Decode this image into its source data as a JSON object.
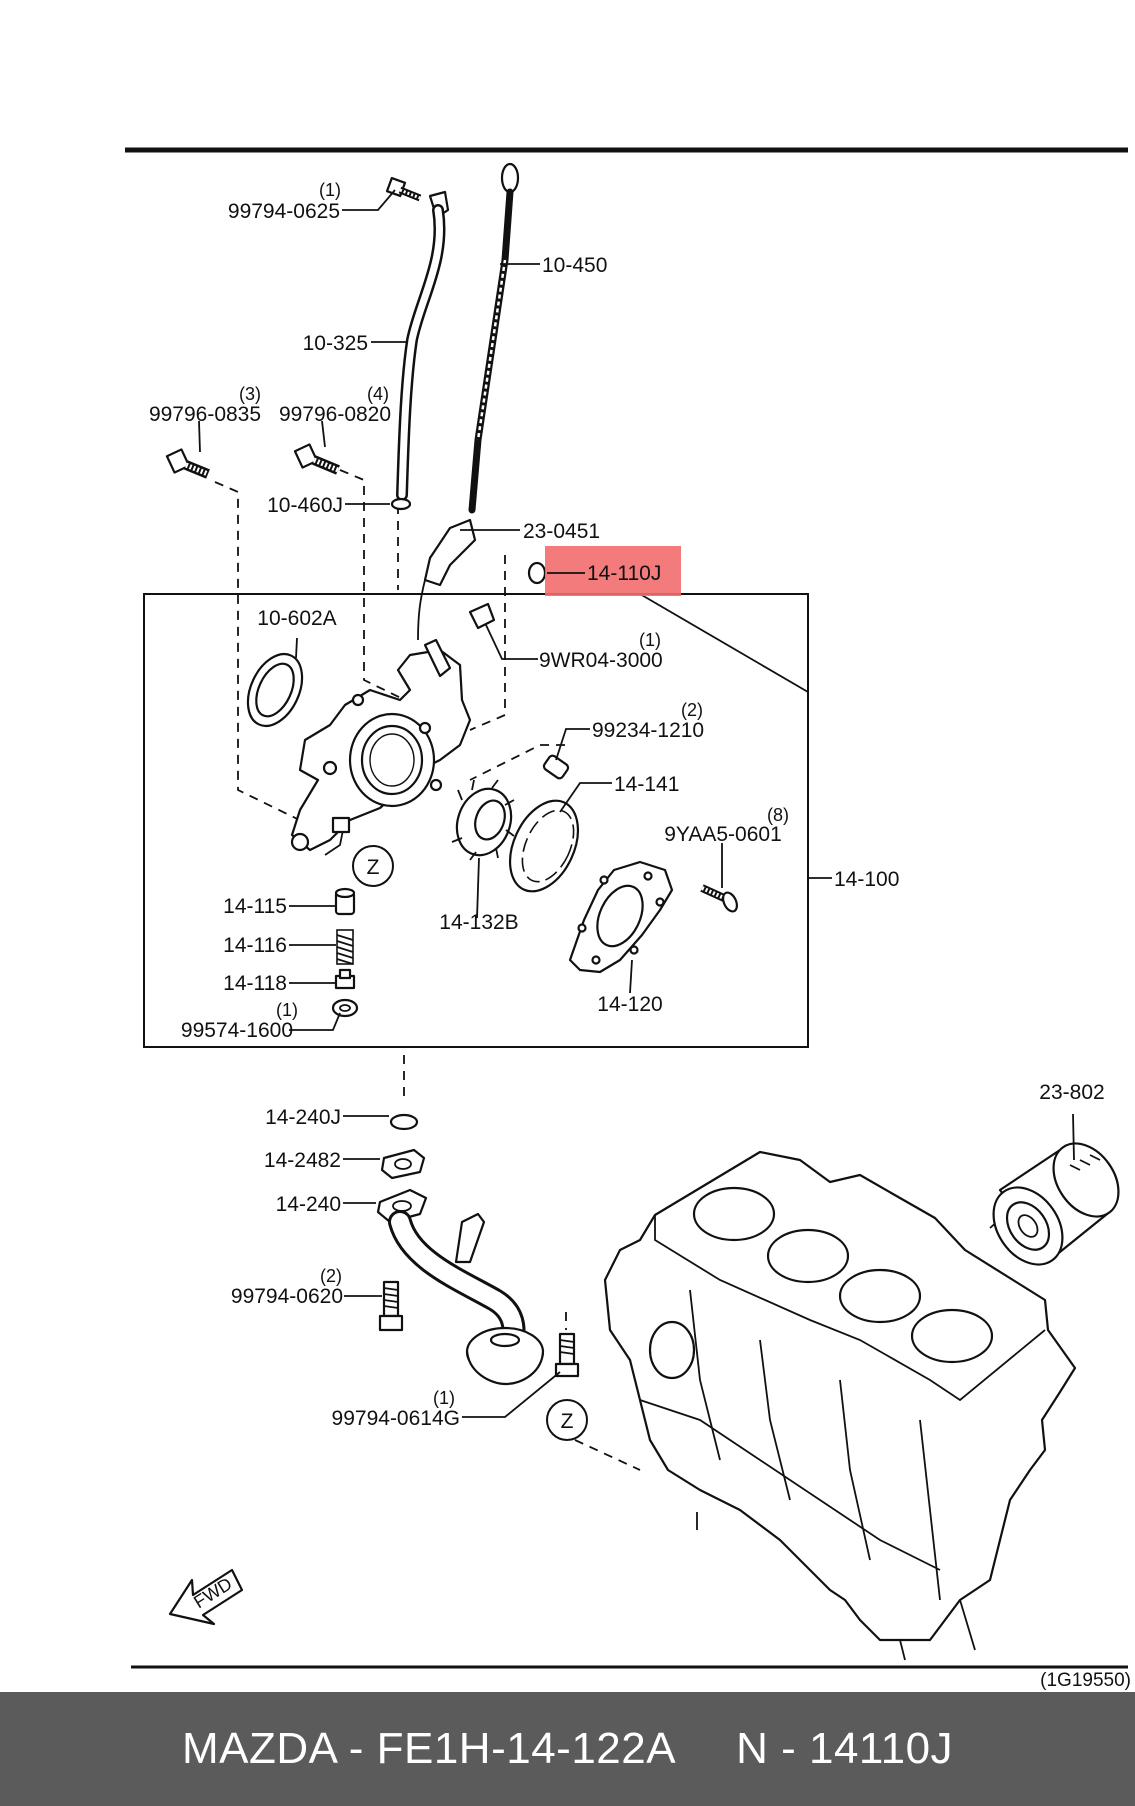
{
  "diagram": {
    "labels": {
      "p99794_0625": "99794-0625",
      "p10_450": "10-450",
      "p10_325": "10-325",
      "p99796_0835": "99796-0835",
      "p99796_0820": "99796-0820",
      "p10_460J": "10-460J",
      "p23_0451": "23-0451",
      "p14_110J": "14-110J",
      "p10_602A": "10-602A",
      "p9WR04_3000": "9WR04-3000",
      "p99234_1210": "99234-1210",
      "p14_141": "14-141",
      "p9YAA5_0601": "9YAA5-0601",
      "p14_100": "14-100",
      "p14_115": "14-115",
      "p14_116": "14-116",
      "p14_118": "14-118",
      "p99574_1600": "99574-1600",
      "p14_132B": "14-132B",
      "p14_120": "14-120",
      "p23_802": "23-802",
      "p14_240J": "14-240J",
      "p14_2482": "14-2482",
      "p14_240": "14-240",
      "p99794_0620": "99794-0620",
      "p99794_0614G": "99794-0614G"
    },
    "quantities": {
      "q99794_0625": "(1)",
      "q99796_0835": "(3)",
      "q99796_0820": "(4)",
      "q9WR04_3000": "(1)",
      "q99234_1210": "(2)",
      "q9YAA5_0601": "(8)",
      "q99574_1600": "(1)",
      "q99794_0620": "(2)",
      "q99794_0614G": "(1)"
    },
    "reference_marks": {
      "z_top": "Z",
      "z_bottom": "Z"
    },
    "fwd_arrow": "FWD",
    "figure_id": "(1G19550)",
    "highlight_color": "#f26d6d"
  },
  "footer": {
    "left": "MAZDA - FE1H-14-122A",
    "right": "N - 14110J",
    "background": "#5b5b5b",
    "text_color": "#ffffff"
  }
}
